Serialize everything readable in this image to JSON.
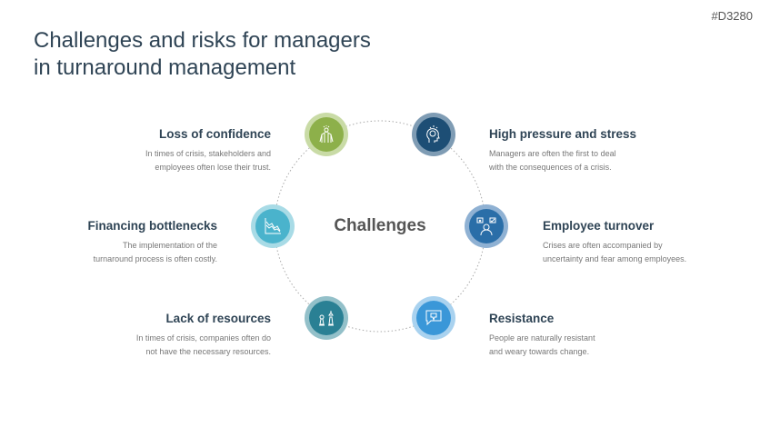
{
  "code": "#D3280",
  "title_line1": "Challenges and risks for managers",
  "title_line2": "in turnaround management",
  "center": "Challenges",
  "items": [
    {
      "title": "Loss of confidence",
      "l1": "In times of crisis, stakeholders and",
      "l2": "employees often lose their trust.",
      "icon": "leader-icon",
      "color": "#8db04a",
      "ring": "#c9dba6"
    },
    {
      "title": "High pressure and stress",
      "l1": "Managers are often the first to deal",
      "l2": "with the consequences of a crisis.",
      "icon": "brain-stress-icon",
      "color": "#1d4e75",
      "ring": "#7f9cb4"
    },
    {
      "title": "Employee turnover",
      "l1": "Crises are often accompanied by",
      "l2": "uncertainty and fear among employees.",
      "icon": "person-decision-icon",
      "color": "#2a6ea8",
      "ring": "#8fb1d3"
    },
    {
      "title": "Resistance",
      "l1": "People are naturally resistant",
      "l2": "and weary towards change.",
      "icon": "thumbs-down-chat-icon",
      "color": "#3a97d8",
      "ring": "#a9d2ef"
    },
    {
      "title": "Lack of resources",
      "l1": "In times of crisis, companies often do",
      "l2": "not have the necessary resources.",
      "icon": "chess-icon",
      "color": "#2a8094",
      "ring": "#93c0c9"
    },
    {
      "title": "Financing bottlenecks",
      "l1": "The implementation of the",
      "l2": "turnaround process is often costly.",
      "icon": "declining-chart-icon",
      "color": "#4ab3cc",
      "ring": "#a8dbe6"
    }
  ]
}
